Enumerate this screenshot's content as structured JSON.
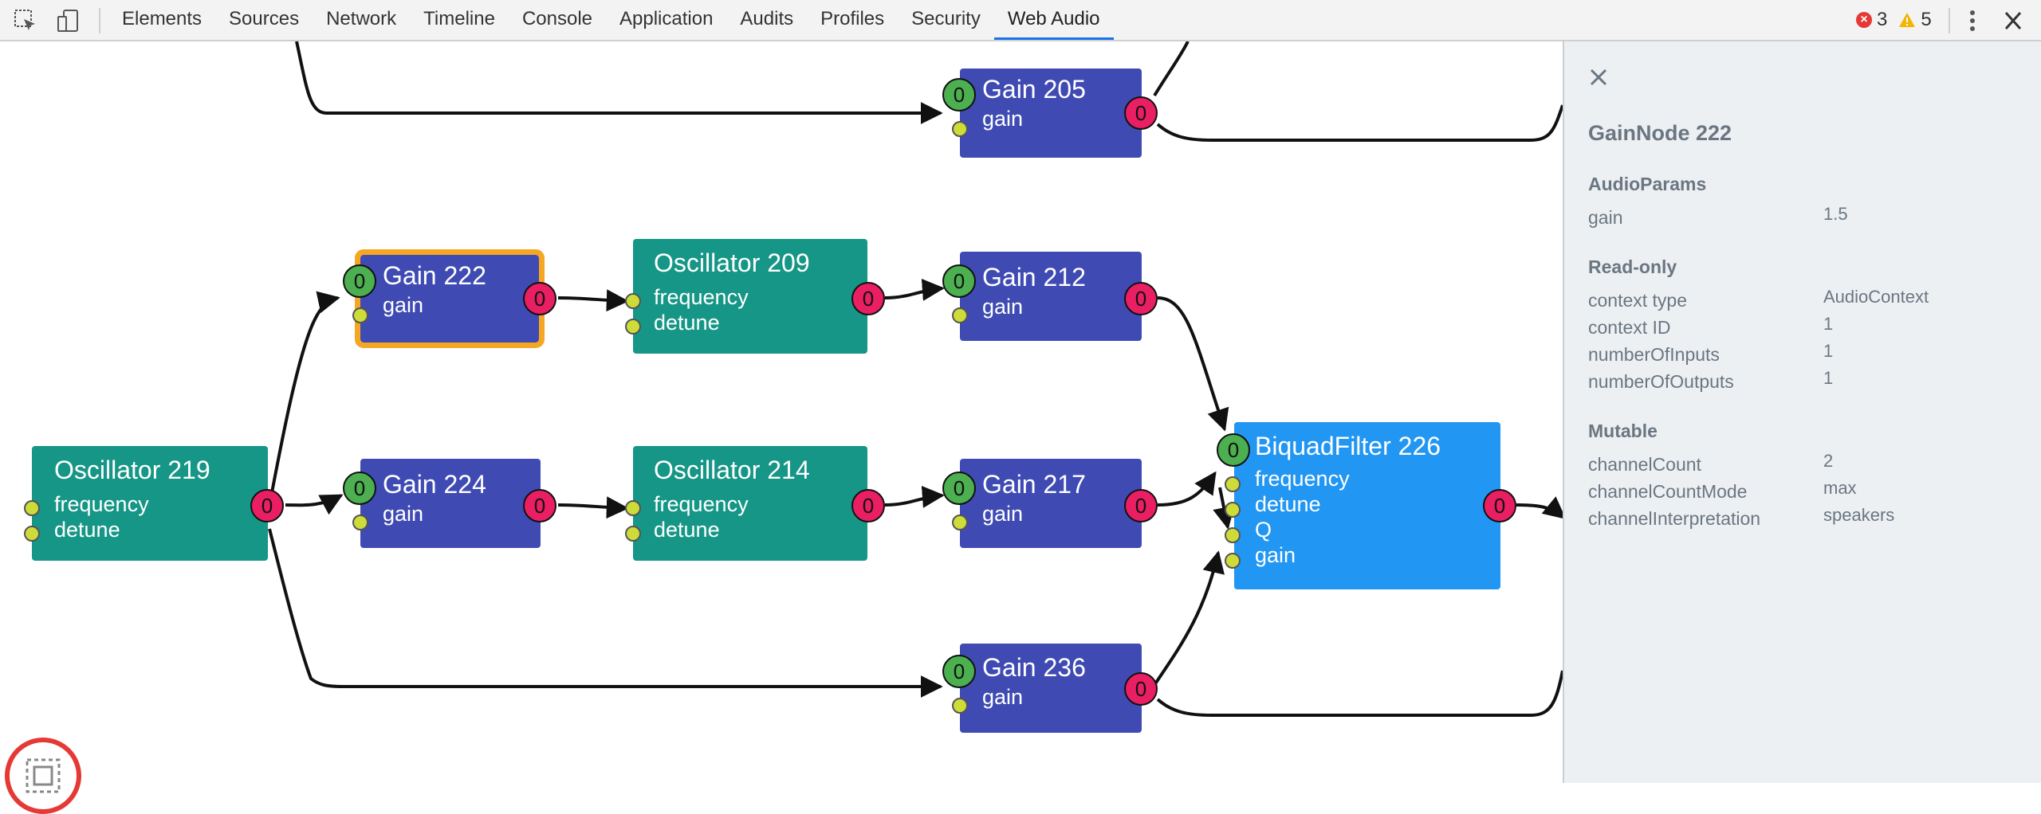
{
  "toolbar": {
    "tabs": [
      "Elements",
      "Sources",
      "Network",
      "Timeline",
      "Console",
      "Application",
      "Audits",
      "Profiles",
      "Security",
      "Web Audio"
    ],
    "active_tab": "Web Audio",
    "errors": "3",
    "warnings": "5",
    "icons": [
      "inspect-element-icon",
      "device-toolbar-icon",
      "error-icon",
      "warning-icon",
      "more-options-icon",
      "close-icon"
    ]
  },
  "graph": {
    "port_label": "0",
    "nodes": {
      "gain205": {
        "title": "Gain 205",
        "params": [
          "gain"
        ]
      },
      "gain222": {
        "title": "Gain 222",
        "params": [
          "gain"
        ]
      },
      "osc209": {
        "title": "Oscillator 209",
        "params": [
          "frequency",
          "detune"
        ]
      },
      "gain212": {
        "title": "Gain 212",
        "params": [
          "gain"
        ]
      },
      "osc219": {
        "title": "Oscillator 219",
        "params": [
          "frequency",
          "detune"
        ]
      },
      "gain224": {
        "title": "Gain 224",
        "params": [
          "gain"
        ]
      },
      "osc214": {
        "title": "Oscillator 214",
        "params": [
          "frequency",
          "detune"
        ]
      },
      "gain217": {
        "title": "Gain 217",
        "params": [
          "gain"
        ]
      },
      "biquad226": {
        "title": "BiquadFilter 226",
        "params": [
          "frequency",
          "detune",
          "Q",
          "gain"
        ]
      },
      "gain236": {
        "title": "Gain 236",
        "params": [
          "gain"
        ]
      }
    },
    "colors": {
      "oscillator": "#169686",
      "gain": "#3f4bb3",
      "biquad": "#2196f3",
      "selected_outline": "#f5a623",
      "input_port": "#4caf50",
      "output_port": "#e91e63",
      "param_port": "#cddc39"
    }
  },
  "sidebar": {
    "title": "GainNode 222",
    "audio_params_heading": "AudioParams",
    "audio_params": [
      {
        "key": "gain",
        "value": "1.5"
      }
    ],
    "readonly_heading": "Read-only",
    "readonly": [
      {
        "key": "context type",
        "value": "AudioContext"
      },
      {
        "key": "context ID",
        "value": "1"
      },
      {
        "key": "numberOfInputs",
        "value": "1"
      },
      {
        "key": "numberOfOutputs",
        "value": "1"
      }
    ],
    "mutable_heading": "Mutable",
    "mutable": [
      {
        "key": "channelCount",
        "value": "2"
      },
      {
        "key": "channelCountMode",
        "value": "max"
      },
      {
        "key": "channelInterpretation",
        "value": "speakers"
      }
    ]
  }
}
